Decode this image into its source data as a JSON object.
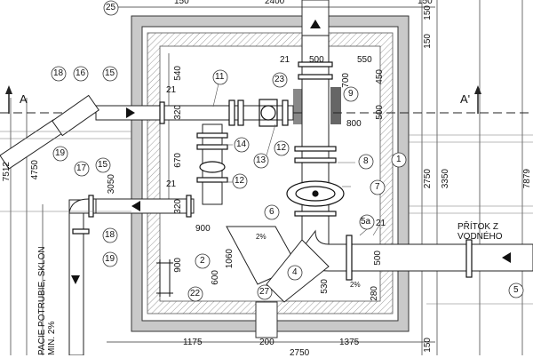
{
  "section": {
    "left": "A",
    "right": "A'"
  },
  "dimensions": {
    "top": [
      "150",
      "2400",
      "150"
    ],
    "bottom": [
      "1175",
      "200",
      "1375",
      "2750"
    ],
    "left_side": [
      "7512",
      "4750",
      "3050"
    ],
    "right_side": [
      "150",
      "150",
      "2750",
      "3350",
      "150",
      "7879"
    ],
    "interior": [
      "540",
      "320",
      "670",
      "320",
      "900",
      "900",
      "1060",
      "600",
      "500",
      "550",
      "450",
      "700",
      "500",
      "800",
      "530",
      "280",
      "500",
      "2%",
      "2%"
    ]
  },
  "labels": {
    "n1": "1",
    "n2": "2",
    "n4": "4",
    "n5": "5",
    "n5a": "5a",
    "n6": "6",
    "n7": "7",
    "n8": "8",
    "n9": "9",
    "n11": "11",
    "n12a": "12",
    "n12b": "12",
    "n13": "13",
    "n14": "14",
    "n15a": "15",
    "n15b": "15",
    "n16": "16",
    "n17": "17",
    "n18a": "18",
    "n18b": "18",
    "n19a": "19",
    "n19b": "19",
    "n21a": "21",
    "n21b": "21",
    "n21c": "21",
    "n21d": "21",
    "n22": "22",
    "n23": "23",
    "n25": "25",
    "n27": "27"
  },
  "notes": {
    "inflow": "PŘÍTOK Z VODNÉHO",
    "outflow": "PACIE POTRUBIE, SKLON MIN. 2%"
  },
  "colors": {
    "line": "#1a1a1a",
    "wall_gray": "#c8c8c8",
    "hatch": "#8a8a8a"
  }
}
